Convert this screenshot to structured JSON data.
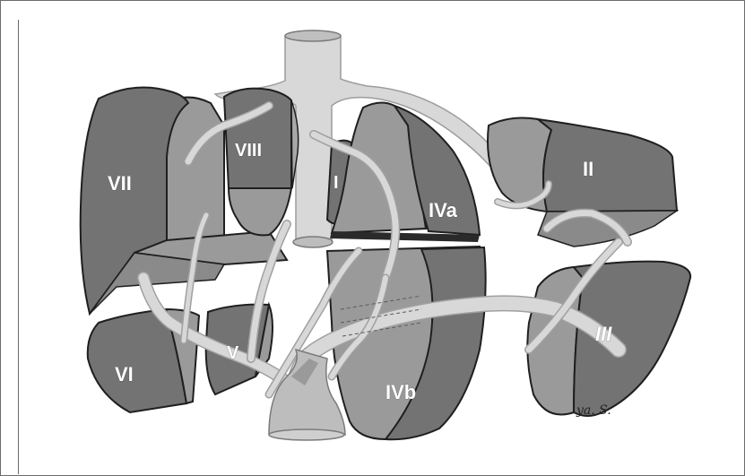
{
  "diagram": {
    "colors": {
      "segment_dark": "#737373",
      "segment_mid": "#9a9a9a",
      "vessel": "#d4d4d4",
      "vessel_edge": "#9c9c9c",
      "outline": "#1f1f1f",
      "background": "#ffffff"
    },
    "segments": {
      "seg_ii": "II",
      "seg_iii": "III",
      "seg_iva": "IVa",
      "seg_ivb": "IVb",
      "seg_v": "V",
      "seg_vi": "VI",
      "seg_vii": "VII",
      "seg_viii": "VIII",
      "seg_i": "I"
    },
    "signature": "ya. S."
  }
}
